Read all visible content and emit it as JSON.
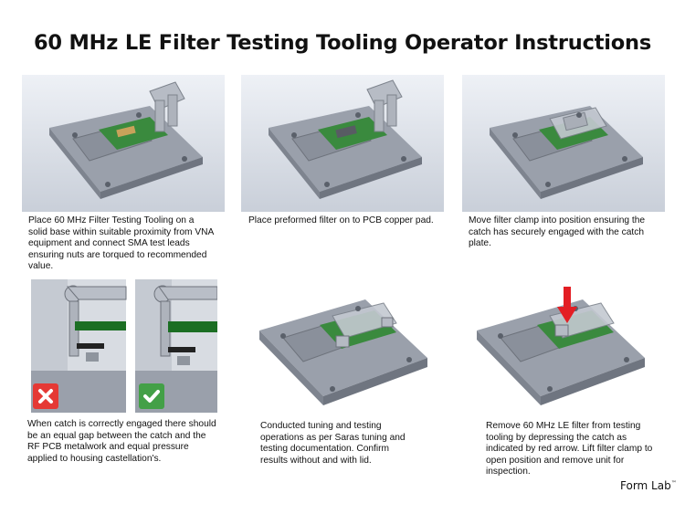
{
  "title": "60 MHz LE Filter Testing Tooling Operator Instructions",
  "steps": [
    {
      "caption": "Place 60 MHz Filter Testing Tooling on a solid base within suitable proximity from VNA equipment and connect SMA test leads ensuring nuts are torqued to recommended value."
    },
    {
      "caption": "Place preformed filter on to PCB copper pad."
    },
    {
      "caption": "Move filter clamp into position ensuring the catch has securely engaged with the catch plate."
    },
    {
      "caption": "When catch is correctly engaged there should be an equal gap between the catch and the RF PCB metalwork and equal pressure applied to housing castellation's."
    },
    {
      "caption": "Conducted tuning and testing operations as per Saras tuning and testing documentation. Confirm results without and with lid."
    },
    {
      "caption": "Remove 60 MHz LE filter from testing tooling by depressing the catch as indicated by red arrow. Lift filter clamp to open position and remove unit for inspection."
    }
  ],
  "logo": {
    "text": "Form Lab",
    "mark": "™"
  },
  "colors": {
    "bad": "#e53935",
    "good": "#43a047",
    "pcb": "#2e7d32",
    "arrow": "#e31e24"
  }
}
